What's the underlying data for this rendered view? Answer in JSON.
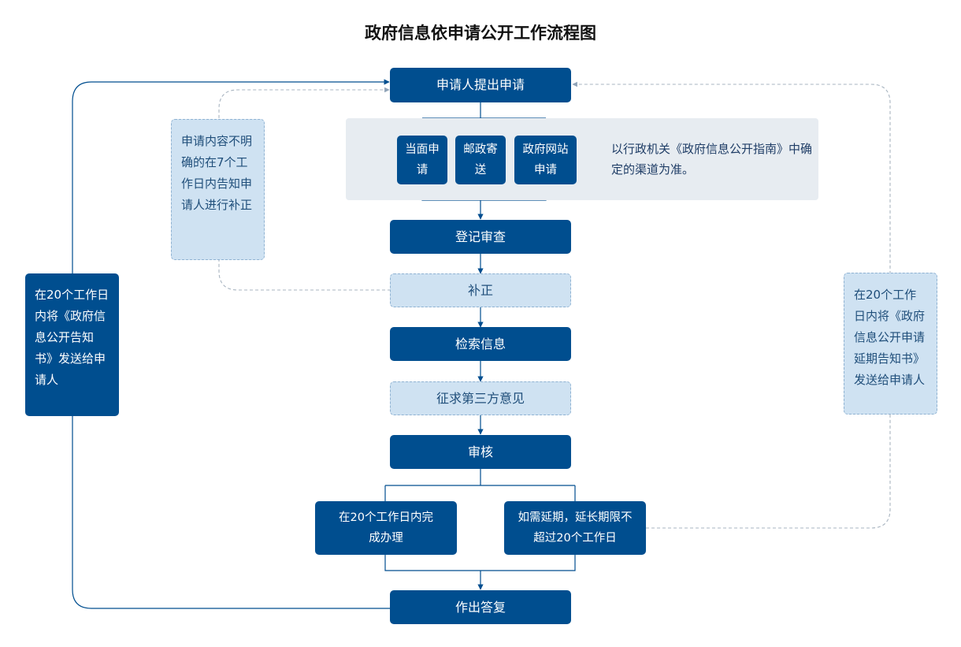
{
  "title": "政府信息依申请公开工作流程图",
  "colors": {
    "primary": "#004e8f",
    "light": "#cfe2f2",
    "panel": "#e7ecf1",
    "line": "#004e8f",
    "dash": "#a8b4c0"
  },
  "nodes": {
    "submit": "申请人提出申请",
    "channel_inperson": "当面申请",
    "channel_mail": "邮政寄送",
    "channel_web": "政府网站申请",
    "channel_note": "以行政机关《政府信息公开指南》中确定的渠道为准。",
    "register": "登记审查",
    "correct": "补正",
    "search": "检索信息",
    "third_party": "征求第三方意见",
    "review": "审核",
    "complete": "在20个工作日内完成办理",
    "extend": "如需延期，延长期限不超过20个工作日",
    "reply": "作出答复"
  },
  "side_notes": {
    "left": "在20个工作日内将《政府信息公开告知书》发送给申请人",
    "correction": "申请内容不明确的在7个工作日内告知申请人进行补正",
    "right": "在20个工作日内将《政府信息公开申请延期告知书》 发送给申请人"
  }
}
